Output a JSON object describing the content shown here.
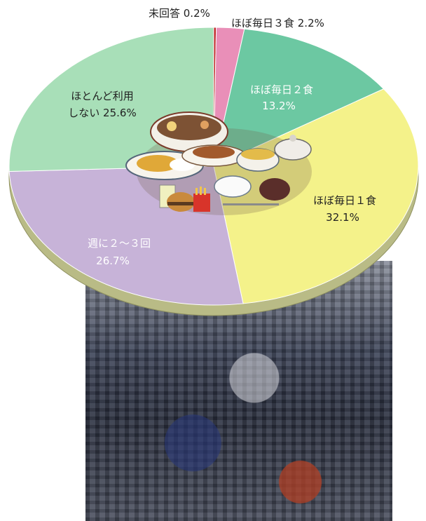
{
  "chart_data": {
    "type": "pie",
    "slices": [
      {
        "label": "未回答 0.2%",
        "value": 0.2,
        "color": "#c0282a",
        "text_color": "#222222"
      },
      {
        "label": "ほぼ毎日３食 2.2%",
        "value": 2.2,
        "color": "#e98fb8",
        "text_color": "#222222"
      },
      {
        "label": "ほぼ毎日２食",
        "pct": "13.2%",
        "value": 13.2,
        "color": "#6cc8a2",
        "text_color": "#ffffff"
      },
      {
        "label": "ほぼ毎日１食",
        "pct": "32.1%",
        "value": 32.1,
        "color": "#f4f28a",
        "text_color": "#222222"
      },
      {
        "label": "週に２～３回",
        "pct": "26.7%",
        "value": 26.7,
        "color": "#c7b3d8",
        "text_color": "#ffffff"
      },
      {
        "label": "ほとんど利用",
        "label2": "しない 25.6%",
        "value": 25.6,
        "color": "#a8dfb8",
        "text_color": "#222222"
      }
    ]
  },
  "illustration": "food-dishes",
  "photo": "cafeteria-photo"
}
